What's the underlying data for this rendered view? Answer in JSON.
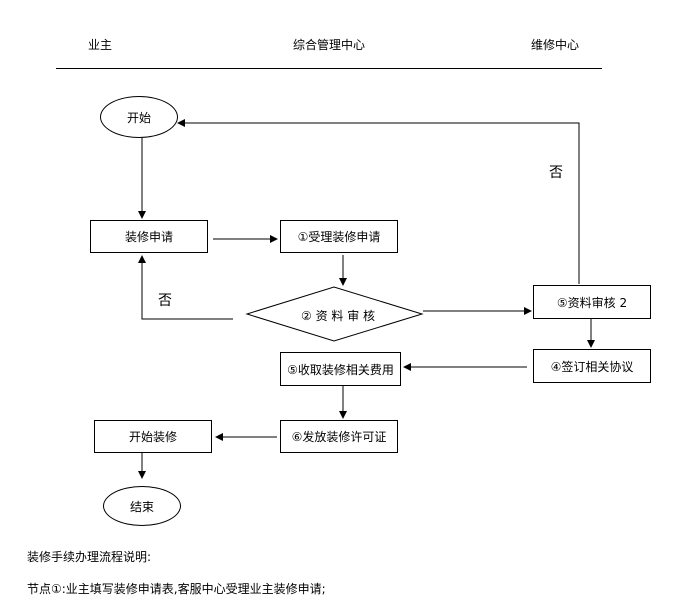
{
  "lanes": {
    "owner": "业主",
    "management": "综合管理中心",
    "maintenance": "维修中心"
  },
  "nodes": {
    "start": "开始",
    "apply": "装修申请",
    "accept": "①受理装修申请",
    "review": "② 资 料 审 核",
    "review2": "⑤资料审核 2",
    "sign": "④签订相关协议",
    "fees": "⑤收取装修相关费用",
    "permit": "⑥发放装修许可证",
    "begin": "开始装修",
    "end": "结束"
  },
  "edge_labels": {
    "no_top": "否",
    "no_left": "否"
  },
  "notes": {
    "heading": "装修手续办理流程说明:",
    "step1": "节点①:业主填写装修申请表,客服中心受理业主装修申请;"
  }
}
